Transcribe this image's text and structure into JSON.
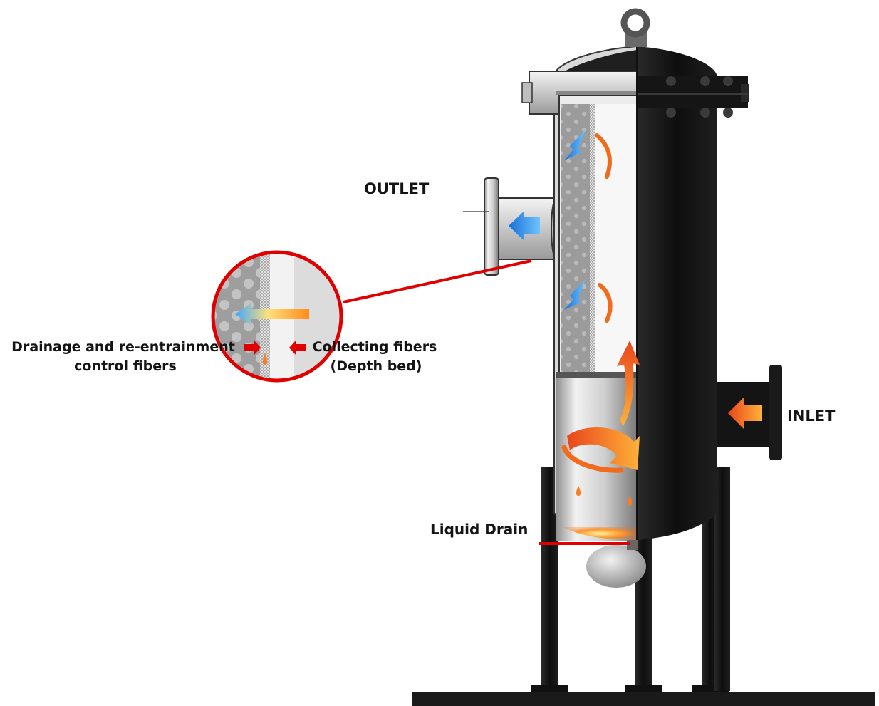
{
  "labels": {
    "outlet": "OUTLET",
    "inlet": "INLET",
    "liquid_drain": "Liquid Drain",
    "drainage_line1": "Drainage and re-entrainment",
    "drainage_line2": "control fibers",
    "collecting_line1": "Collecting fibers",
    "collecting_line2": "(Depth bed)"
  },
  "colors": {
    "vessel_body": "#141414",
    "cutaway_steel": "#d8d8d8",
    "callout_red": "#e00000",
    "flow_hot": "#f26a1b",
    "flow_cold": "#2e8de0",
    "ground": "#1a1a1a"
  },
  "icons": {
    "outlet_arrow": "arrow-left-blue",
    "inlet_arrow": "arrow-left-orange",
    "vortex": "swirl-orange",
    "droplet": "droplet-orange"
  }
}
